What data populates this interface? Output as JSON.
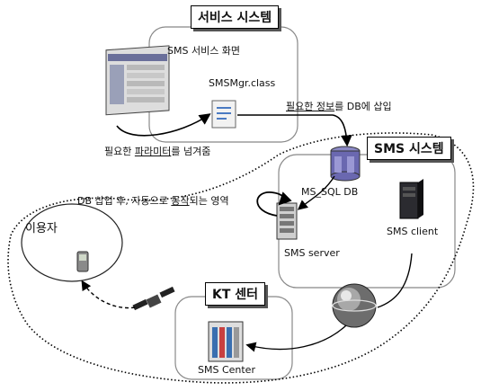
{
  "service_system": {
    "title": "서비스 시스템",
    "screen_label": "SMS 서비스 화면",
    "class_label": "SMSMgr.class",
    "param_note_prefix": "필요한 ",
    "param_note_underlined": "파라미터",
    "param_note_suffix": "를 넘겨줌",
    "db_note_underlined": "필요한 정보",
    "db_note_suffix": "를 DB에 삽입"
  },
  "sms_system": {
    "title": "SMS 시스템",
    "db_label": "MS_SQL DB",
    "server_label": "SMS server",
    "client_label": "SMS client",
    "auto_note_prefix": "DB 삽입 후, 자동으로 ",
    "auto_note_underlined": "동작",
    "auto_note_suffix": "되는 영역"
  },
  "kt_center": {
    "title": "KT 센터",
    "center_label": "SMS Center"
  },
  "user_label": "이용자"
}
